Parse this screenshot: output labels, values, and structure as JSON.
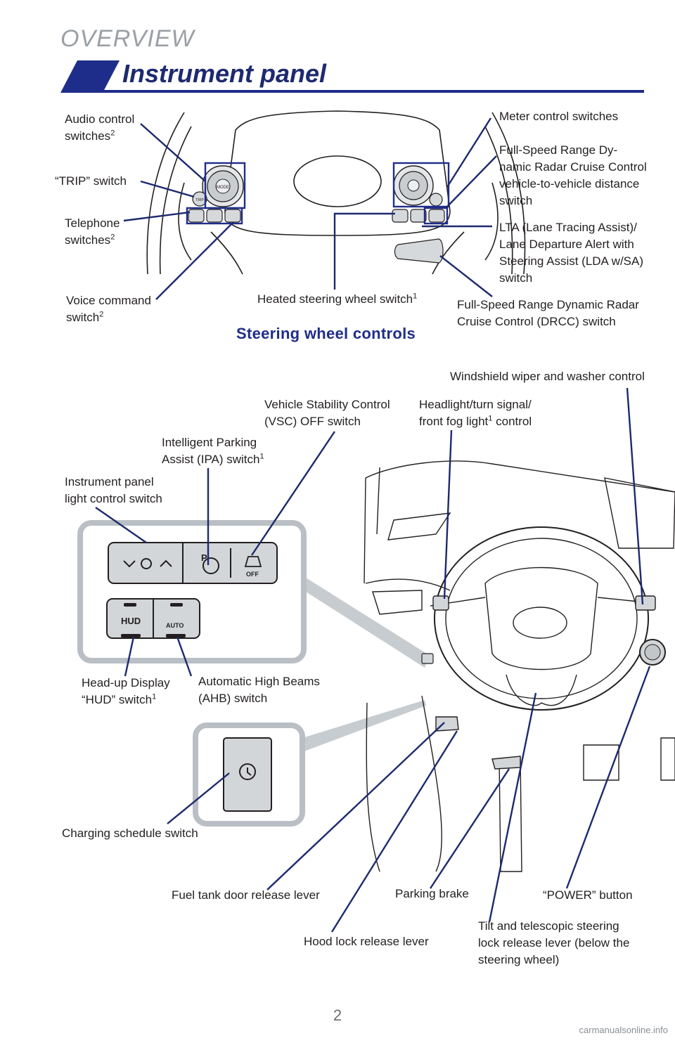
{
  "header": {
    "section": "OVERVIEW",
    "title": "Instrument panel"
  },
  "steering_wheel": {
    "caption": "Steering wheel controls",
    "labels": {
      "audio_line1": "Audio control",
      "audio_line2": "switches",
      "audio_sup": "2",
      "trip": "“TRIP” switch",
      "telephone_line1": "Telephone",
      "telephone_line2": "switches",
      "telephone_sup": "2",
      "voice_line1": "Voice command",
      "voice_line2": "switch",
      "voice_sup": "2",
      "heated": "Heated steering wheel switch",
      "heated_sup": "1",
      "meter": "Meter control switches",
      "fsr_distance": "Full-Speed Range Dy-\nnamic Radar Cruise Control\nvehicle-to-vehicle distance\nswitch",
      "lta": "LTA (Lane Tracing Assist)/\nLane Departure Alert with\nSteering Assist (LDA w/SA)\nswitch",
      "drcc": "Full-Speed Range Dynamic Radar\nCruise Control (DRCC) switch"
    },
    "button_text": {
      "mode": "MODE",
      "trip": "TRIP"
    }
  },
  "dashboard": {
    "labels": {
      "wiper": "Windshield wiper and washer control",
      "vsc": "Vehicle Stability Control\n(VSC) OFF switch",
      "headlight_line1": "Headlight/turn signal/",
      "headlight_line2a": "front fog light",
      "headlight_sup": "1",
      "headlight_line2b": " control",
      "ipa_line1": "Intelligent Parking",
      "ipa_line2": "Assist (IPA) switch",
      "ipa_sup": "1",
      "panel_light": "Instrument panel\nlight control switch",
      "hud_line1": "Head-up Display",
      "hud_line2": "“HUD” switch",
      "hud_sup": "1",
      "ahb": "Automatic High Beams\n(AHB) switch",
      "charging": "Charging schedule switch",
      "fuel": "Fuel tank door release lever",
      "parking": "Parking brake",
      "power": "“POWER” button",
      "hood": "Hood lock release lever",
      "tilt": "Tilt and telescopic steering\nlock release lever (below the\nsteering wheel)"
    },
    "button_text": {
      "hud": "HUD",
      "auto": "AUTO",
      "off": "OFF",
      "p": "P"
    }
  },
  "colors": {
    "accent_blue": "#1f2d8a",
    "callout_line": "#1d2a6e",
    "panel_gray": "#c7ccd0",
    "switch_gray": "#d3d6d8"
  },
  "footer": {
    "page_number": "2",
    "watermark": "carmanualsonline.info"
  }
}
